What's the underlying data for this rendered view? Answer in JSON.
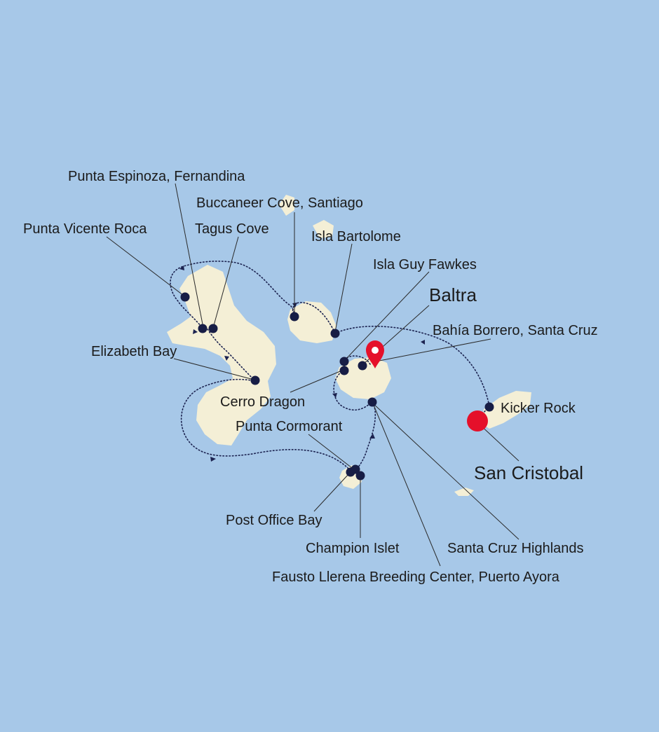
{
  "map": {
    "colors": {
      "sea": "#a7c8e8",
      "land": "#f4efd6",
      "stop_marker": "#171d45",
      "route": "#1c2350",
      "start_end_marker": "#e5102a",
      "pin": "#e5102a"
    },
    "start_pin_icon": "map-pin-icon",
    "ports": {
      "baltra": "Baltra",
      "san_cristobal": "San Cristobal"
    },
    "stops": [
      "Punta Espinoza, Fernandina",
      "Buccaneer Cove, Santiago",
      "Punta Vicente Roca",
      "Tagus Cove",
      "Isla Bartolome",
      "Isla Guy Fawkes",
      "Bahía Borrero, Santa Cruz",
      "Elizabeth Bay",
      "Kicker Rock",
      "Cerro Dragon",
      "Punta Cormorant",
      "Post Office Bay",
      "Champion Islet",
      "Santa Cruz Highlands",
      "Fausto Llerena Breeding Center, Puerto Ayora"
    ]
  }
}
